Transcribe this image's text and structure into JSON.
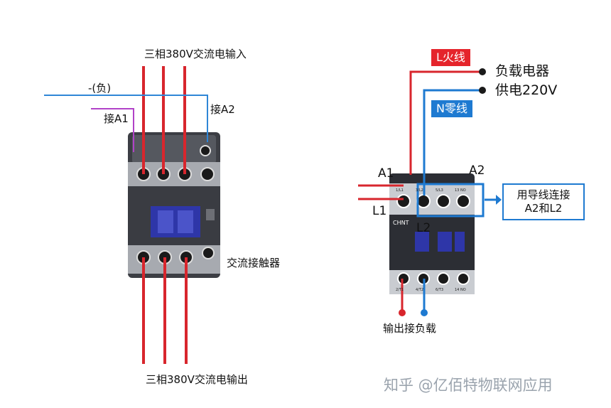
{
  "left": {
    "input_title": "三相380V交流电输入",
    "output_title": "三相380V交流电输出",
    "neg_label": "-(负)",
    "a1_label": "接A1",
    "a2_label": "接A2",
    "device_label": "交流接触器"
  },
  "right": {
    "live_tag": "L火线",
    "neutral_tag": "N零线",
    "load_label": "负载电器",
    "supply_label": "供电220V",
    "a1": "A1",
    "a2": "A2",
    "l1": "L1",
    "l2": "L2",
    "note_line1": "用导线连接",
    "note_line2": "A2和L2",
    "output_label": "输出接负载",
    "brand": "CHNT",
    "terminal_top": [
      "1/L1",
      "3/L2",
      "5/L3",
      "13 NO"
    ],
    "terminal_bottom": [
      "2/T1",
      "4/T2",
      "6/T3",
      "14 NO"
    ]
  },
  "watermark": "知乎 @亿佰特物联网应用",
  "colors": {
    "live": "#d8262d",
    "neutral": "#1e7ad1",
    "coil_a1": "#b142c8",
    "body": "#3c3e44",
    "accent": "#2e36a8"
  }
}
